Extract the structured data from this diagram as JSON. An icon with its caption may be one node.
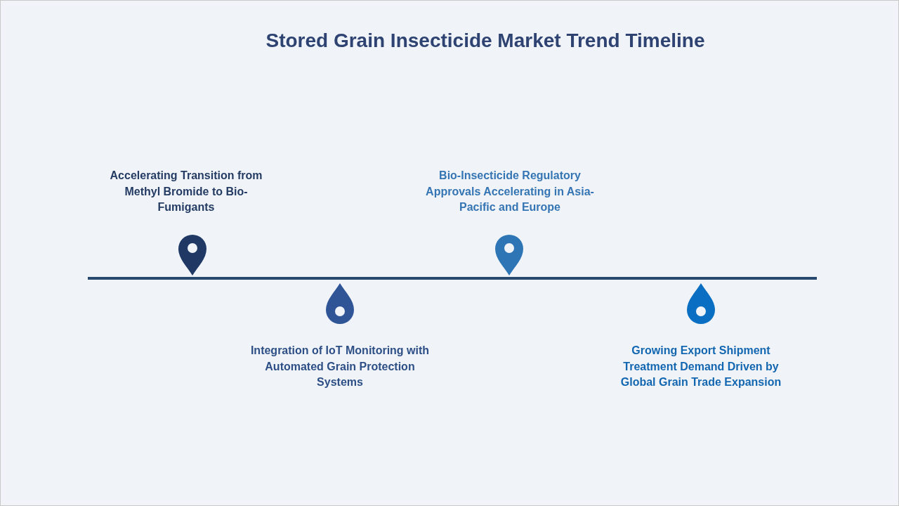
{
  "diagram": {
    "title": "Stored Grain Insecticide Market Trend Timeline",
    "labels": [
      "Accelerating Transition from Methyl Bromide to Bio-Fumigants",
      "Integration of IoT Monitoring with Automated Grain Protection Systems",
      "Bio-Insecticide Regulatory Approvals Accelerating in Asia-Pacific and Europe",
      "Growing Export Shipment Treatment Demand Driven by Global Grain Trade Expansion"
    ]
  }
}
